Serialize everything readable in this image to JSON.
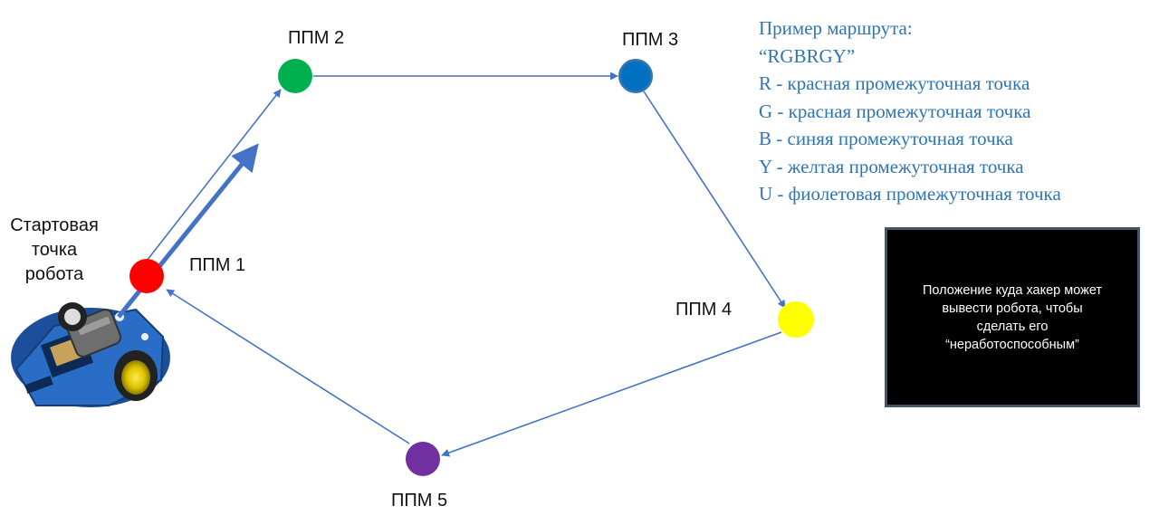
{
  "start_label": {
    "lines": [
      "Стартовая",
      "точка",
      "робота"
    ]
  },
  "waypoints": [
    {
      "id": "ppm1",
      "label": "ППМ 1",
      "color": "#ff0000"
    },
    {
      "id": "ppm2",
      "label": "ППМ 2",
      "color": "#00b050"
    },
    {
      "id": "ppm3",
      "label": "ППМ 3",
      "color": "#0070c0"
    },
    {
      "id": "ppm4",
      "label": "ППМ 4",
      "color": "#ffff00"
    },
    {
      "id": "ppm5",
      "label": "ППМ 5",
      "color": "#7030a0"
    }
  ],
  "legend": {
    "title": "Пример маршрута:",
    "route": "“RGBRGY”",
    "items": [
      "R - красная промежуточная точка",
      "G - красная промежуточная точка",
      "B - синяя промежуточная точка",
      "Y - желтая промежуточная точка",
      "U - фиолетовая промежуточная точка"
    ]
  },
  "hacker_box": {
    "lines": [
      "Положение куда хакер может",
      "вывести робота, чтобы",
      "сделать его",
      "“неработоспособным”"
    ]
  },
  "colors": {
    "arrow": "#4472c4",
    "legend_text": "#2e75b6",
    "box_bg": "#000000",
    "box_border": "#44546a"
  },
  "icons": {
    "robot": "robot-car-icon"
  }
}
